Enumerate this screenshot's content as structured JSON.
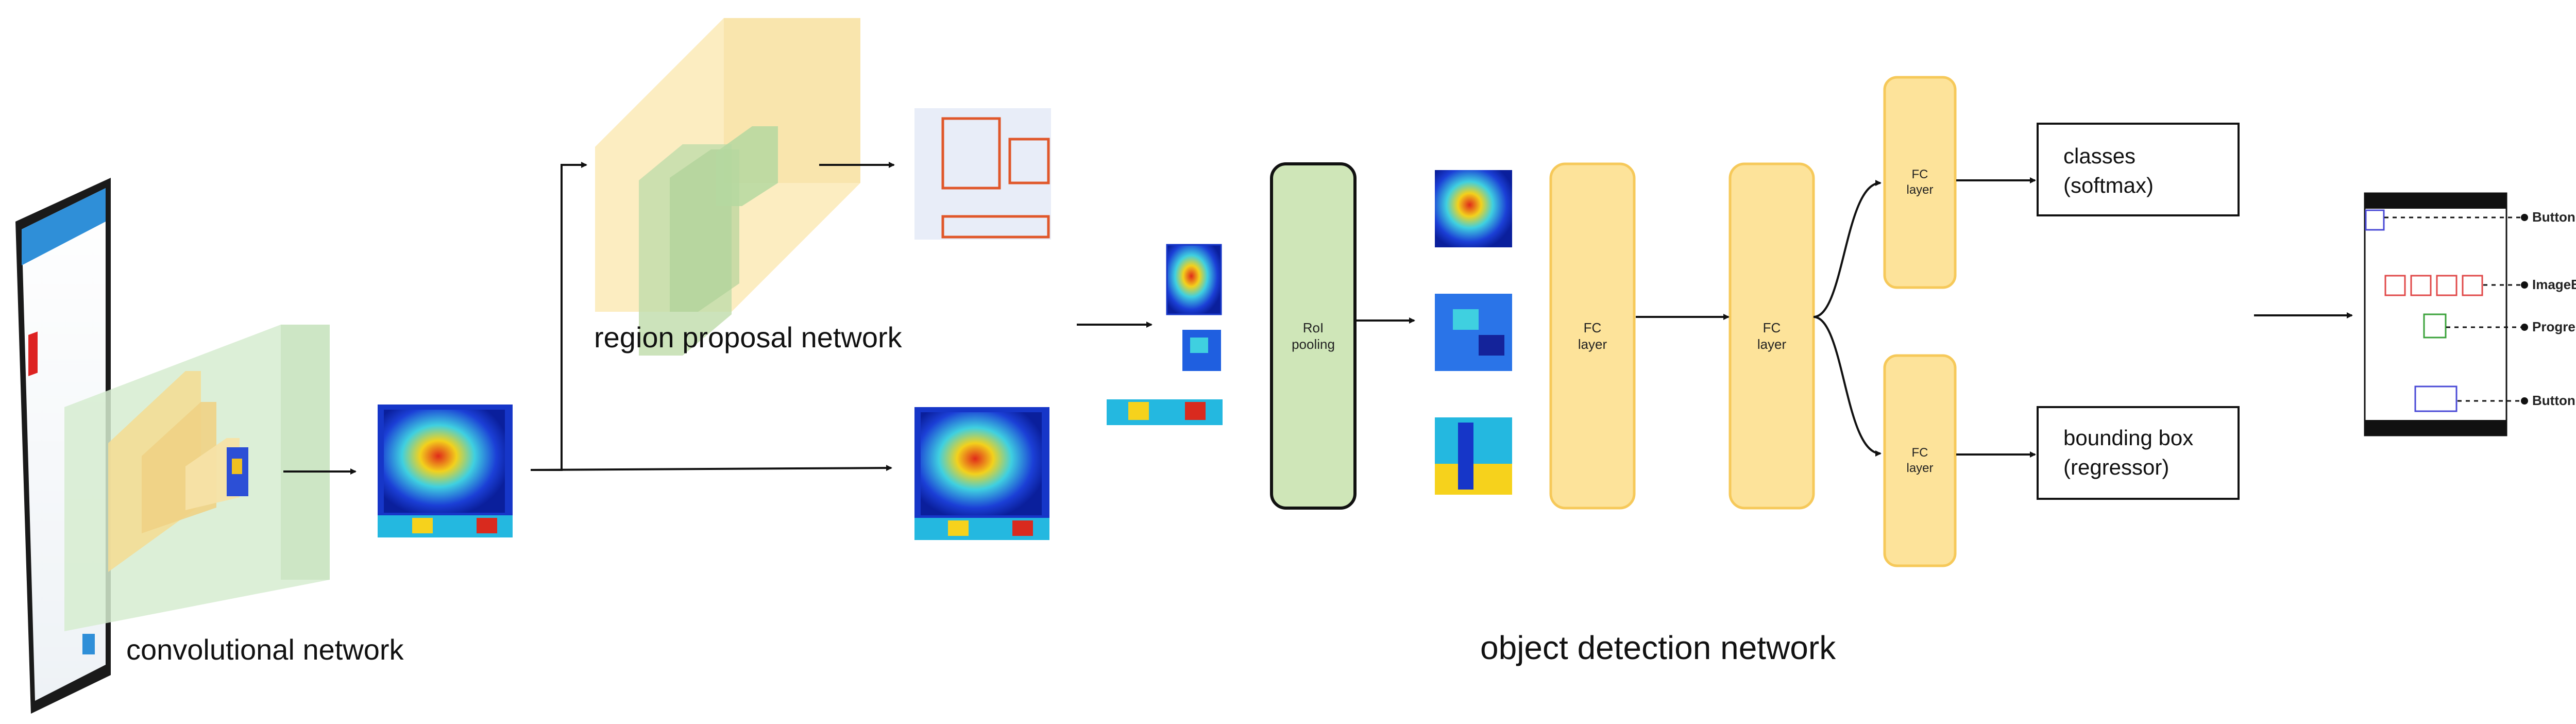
{
  "labels": {
    "convolutional_network": "convolutional network",
    "region_proposal_network": "region proposal network",
    "object_detection_network": "object detection network",
    "roi_pooling_line1": "RoI",
    "roi_pooling_line2": "pooling",
    "fc_line1": "FC",
    "fc_line2": "layer",
    "classes_line1": "classes",
    "classes_line2": "(softmax)",
    "bbox_line1": "bounding box",
    "bbox_line2": "(regressor)"
  },
  "detections": [
    {
      "label": "Button",
      "color": "#4a4ad6"
    },
    {
      "label": "ImageButton",
      "color": "#e04848"
    },
    {
      "label": "ProgressBar",
      "color": "#3aa23a"
    },
    {
      "label": "Button",
      "color": "#4a4ad6"
    }
  ],
  "colors": {
    "fc_fill": "#fde39a",
    "fc_stroke": "#f6c95a",
    "roi_fill": "#cfe6b8",
    "conv_fill": "#d6ecd0",
    "rpn_fill": "#fbe8b2",
    "proposal_stroke": "#e0572a"
  }
}
